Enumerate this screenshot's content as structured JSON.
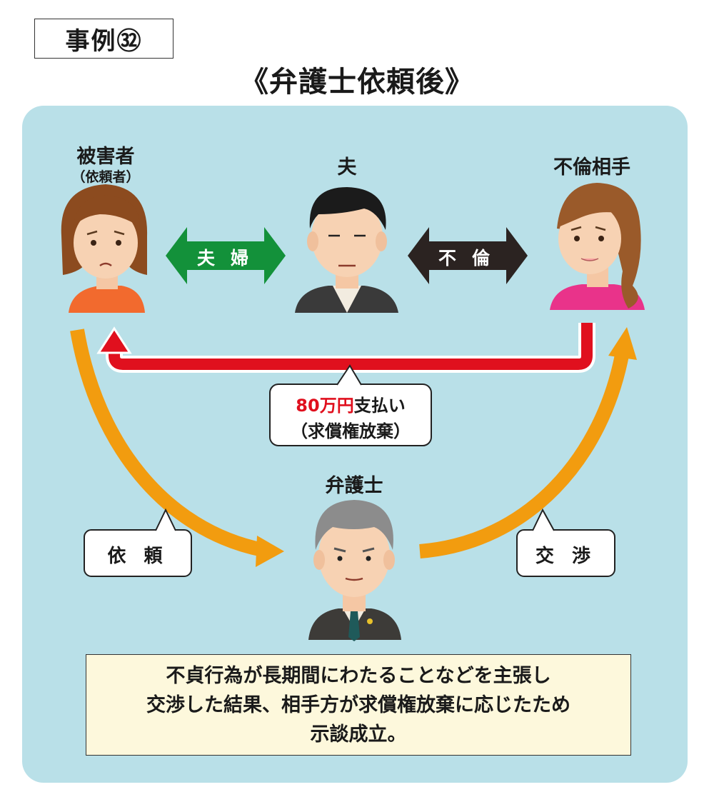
{
  "case_label": "事例㉜",
  "title": "《弁護士依頼後》",
  "people": {
    "victim": {
      "label": "被害者",
      "sublabel": "（依頼者）"
    },
    "husband": {
      "label": "夫"
    },
    "partner": {
      "label": "不倫相手"
    },
    "lawyer": {
      "label": "弁護士"
    }
  },
  "relations": {
    "marriage": "夫婦",
    "affair": "不倫"
  },
  "payment": {
    "amount": "80万円",
    "text": "支払い",
    "note": "（求償権放棄）"
  },
  "actions": {
    "request": "依 頼",
    "negotiation": "交 渉"
  },
  "summary_lines": [
    "不貞行為が長期間にわたることなどを主張し",
    "交渉した結果、相手方が求償権放棄に応じたため",
    "示談成立。"
  ],
  "colors": {
    "panel": "#b9e0e8",
    "marriage_arrow": "#13913a",
    "affair_arrow": "#2b2321",
    "payment_arrow": "#e0101e",
    "flow_arrow": "#f29c0f",
    "summary_bg": "#fdf8dc"
  }
}
